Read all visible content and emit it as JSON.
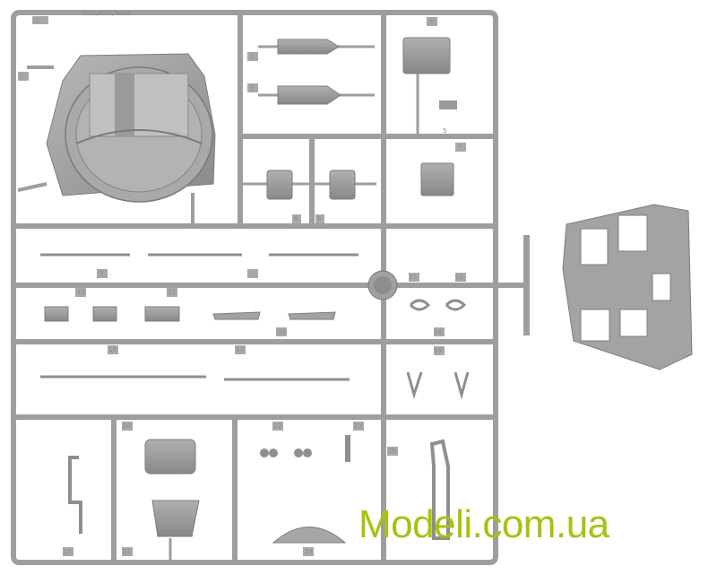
{
  "sprue": {
    "frame_letter": "L",
    "code_text": "0063/0070/00820",
    "part_numbers": [
      "1",
      "2",
      "3",
      "4",
      "5",
      "6",
      "7",
      "8",
      "9",
      "10",
      "11",
      "12",
      "13",
      "14",
      "15",
      "16",
      "17",
      "18",
      "19",
      "20",
      "21",
      "22",
      "23",
      "24",
      "25"
    ]
  },
  "watermark": {
    "text": "Modeli.com.ua",
    "color": "#a3c410"
  },
  "colors": {
    "plastic": "#9c9c9c",
    "plastic_dark": "#7d7d7d",
    "plastic_light": "#b5b5b5",
    "background": "#ffffff"
  }
}
